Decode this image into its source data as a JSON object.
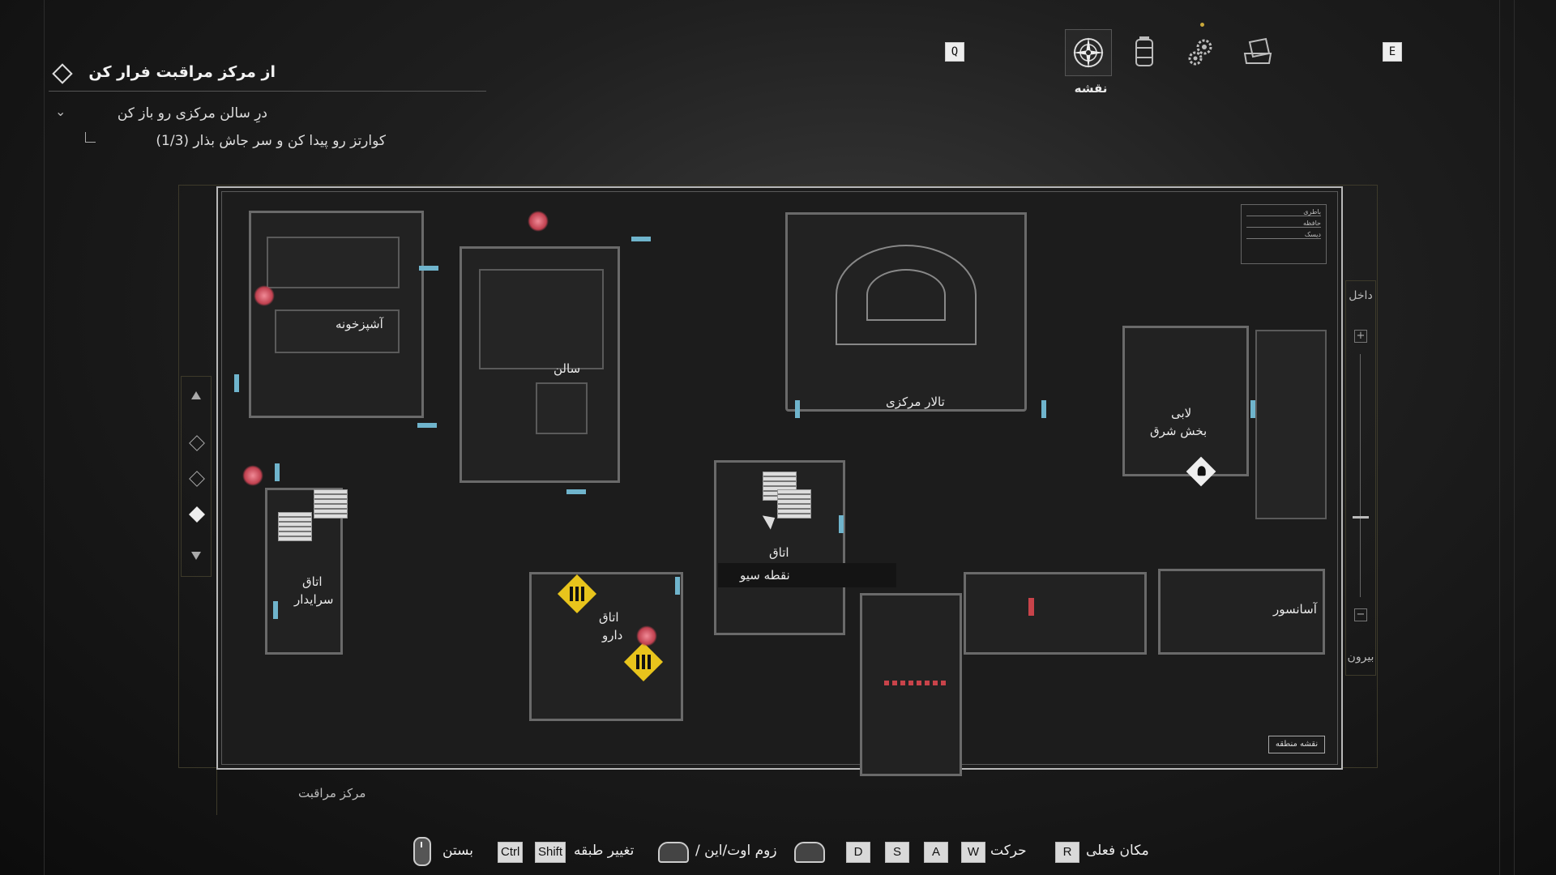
{
  "objective": {
    "title": "از مرکز مراقبت فرار کن",
    "subtask": "درِ سالن مرکزی رو باز کن",
    "step": "کوارتز رو پیدا کن و سر جاش بذار (1/3)"
  },
  "tabs": {
    "prev_key": "Q",
    "next_key": "E",
    "active_label": "نقشه",
    "items": [
      {
        "icon": "compass-map-icon",
        "label": "نقشه"
      },
      {
        "icon": "inventory-can-icon"
      },
      {
        "icon": "gears-settings-icon"
      },
      {
        "icon": "files-tray-icon"
      }
    ]
  },
  "map": {
    "rooms": {
      "kitchen": "آشپزخونه",
      "hall": "سالن",
      "central_hall": "تالار مرکزی",
      "east_lobby_1": "لابی",
      "east_lobby_2": "بخش شرق",
      "save_room_1": "اتاق",
      "save_room_2": "نقطه سیو",
      "caretaker_1": "اتاق",
      "caretaker_2": "سرایدار",
      "drug_room_1": "اتاق",
      "drug_room_2": "دارو",
      "elevator": "آسانسور"
    },
    "legend": [
      "باطری",
      "حافظه",
      "دیسک"
    ],
    "area_map_button": "نقشه منطقه",
    "door_color": "#6fb4cc",
    "locked_door_color": "#c8434a",
    "hazard_color": "#e8c41c"
  },
  "zoom": {
    "inside": "داخل",
    "outside": "بیرون",
    "plus": "+",
    "minus": "−"
  },
  "area_name": "مرکز مراقبت",
  "controls": {
    "close": "بستن",
    "ctrl_key": "Ctrl",
    "shift_key": "Shift",
    "change_floor": "تغییر طبقه",
    "zoom": "زوم اوت/این /",
    "keys": [
      "D",
      "S",
      "A",
      "W"
    ],
    "move": "حرکت",
    "r_key": "R",
    "current_location": "مکان فعلی"
  }
}
